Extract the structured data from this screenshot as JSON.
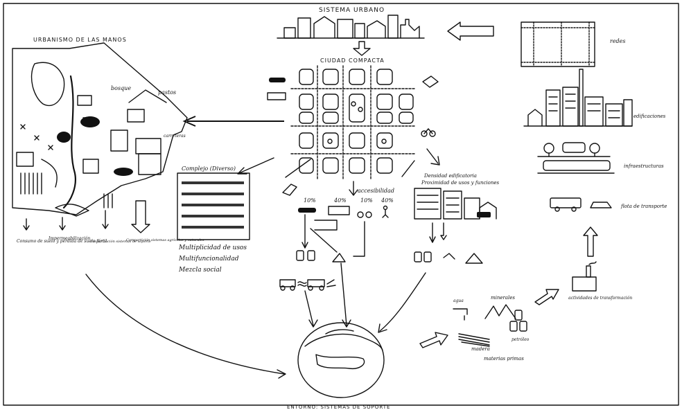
{
  "title_top": "SISTEMA URBANO",
  "title_left": "URBANISMO DE LAS MANOS",
  "city_label": "CIUDAD COMPACTA",
  "bottom_label": "ENTORNO: SISTEMAS DE SOPORTE",
  "right_labels": {
    "redes": "redes",
    "edificaciones": "edificaciones",
    "infraestructuras": "infraestructuras",
    "transporte": "flota de transporte"
  },
  "left_map_labels": {
    "bosque": "bosque",
    "pastos": "pastos",
    "carreteras": "carreteras"
  },
  "left_captions": [
    "Consumo de suelo y pérdida de suelo fértil",
    "Impermeabilización",
    "Insularización sistemas de soporte",
    "Compartición sistemas agrícolas y naturales"
  ],
  "complexity": {
    "title": "Complejo (Diverso)",
    "lines": [
      "Multiplicidad de usos",
      "Multifuncionalidad",
      "Mezcla social"
    ]
  },
  "accessibility": {
    "title": "accesibilidad",
    "shares": [
      "10%",
      "40%",
      "10%",
      "40%"
    ]
  },
  "density": {
    "line1": "Densidad edificatoria",
    "line2": "Proximidad de usos y funciones"
  },
  "resources": {
    "agua": "agua",
    "minerales": "minerales",
    "petroleo": "petróleo",
    "madera": "madera",
    "materias": "materias primas",
    "actividades": "actividades de transformación"
  }
}
